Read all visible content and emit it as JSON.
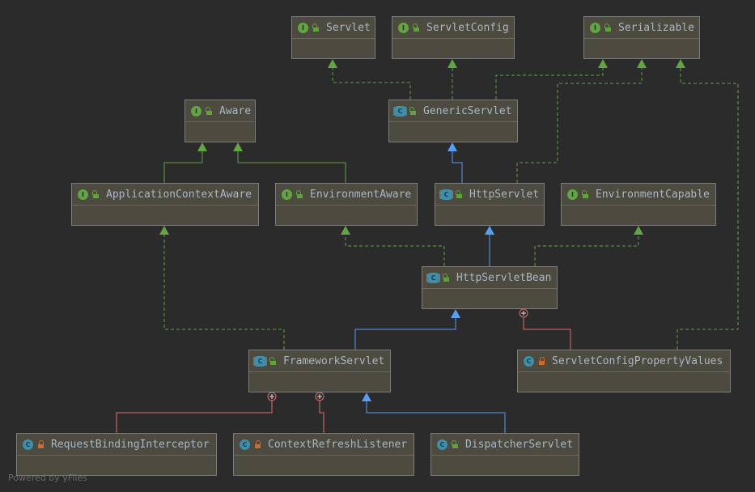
{
  "diagram": {
    "nodes": [
      {
        "id": "servlet",
        "name": "Servlet",
        "kind": "interface",
        "visibility": "public"
      },
      {
        "id": "servletconfig",
        "name": "ServletConfig",
        "kind": "interface",
        "visibility": "public"
      },
      {
        "id": "serializable",
        "name": "Serializable",
        "kind": "interface",
        "visibility": "public"
      },
      {
        "id": "aware",
        "name": "Aware",
        "kind": "interface",
        "visibility": "public"
      },
      {
        "id": "genericservlet",
        "name": "GenericServlet",
        "kind": "abstract",
        "visibility": "public"
      },
      {
        "id": "applicationcontextaware",
        "name": "ApplicationContextAware",
        "kind": "interface",
        "visibility": "public"
      },
      {
        "id": "environmentaware",
        "name": "EnvironmentAware",
        "kind": "interface",
        "visibility": "public"
      },
      {
        "id": "httpservlet",
        "name": "HttpServlet",
        "kind": "abstract",
        "visibility": "public"
      },
      {
        "id": "environmentcapable",
        "name": "EnvironmentCapable",
        "kind": "interface",
        "visibility": "public"
      },
      {
        "id": "httpservletbean",
        "name": "HttpServletBean",
        "kind": "abstract",
        "visibility": "public"
      },
      {
        "id": "frameworkservlet",
        "name": "FrameworkServlet",
        "kind": "abstract",
        "visibility": "public"
      },
      {
        "id": "servletconfigpropertyvalues",
        "name": "ServletConfigPropertyValues",
        "kind": "class",
        "visibility": "private"
      },
      {
        "id": "requestbindinginterceptor",
        "name": "RequestBindingInterceptor",
        "kind": "class",
        "visibility": "private"
      },
      {
        "id": "contextrefreshlistener",
        "name": "ContextRefreshListener",
        "kind": "class",
        "visibility": "private"
      },
      {
        "id": "dispatcherservlet",
        "name": "DispatcherServlet",
        "kind": "class",
        "visibility": "public"
      }
    ],
    "edges": [
      {
        "from": "genericservlet",
        "to": "servlet",
        "type": "implements"
      },
      {
        "from": "genericservlet",
        "to": "servletconfig",
        "type": "implements"
      },
      {
        "from": "genericservlet",
        "to": "serializable",
        "type": "implements"
      },
      {
        "from": "httpservlet",
        "to": "serializable",
        "type": "implements"
      },
      {
        "from": "servletconfigpropertyvalues",
        "to": "serializable",
        "type": "implements"
      },
      {
        "from": "applicationcontextaware",
        "to": "aware",
        "type": "extends-interface"
      },
      {
        "from": "environmentaware",
        "to": "aware",
        "type": "extends-interface"
      },
      {
        "from": "httpservlet",
        "to": "genericservlet",
        "type": "extends"
      },
      {
        "from": "httpservletbean",
        "to": "environmentaware",
        "type": "implements"
      },
      {
        "from": "httpservletbean",
        "to": "httpservlet",
        "type": "extends"
      },
      {
        "from": "httpservletbean",
        "to": "environmentcapable",
        "type": "implements"
      },
      {
        "from": "frameworkservlet",
        "to": "applicationcontextaware",
        "type": "implements"
      },
      {
        "from": "frameworkservlet",
        "to": "httpservletbean",
        "type": "extends"
      },
      {
        "from": "servletconfigpropertyvalues",
        "to": "httpservletbean",
        "type": "inner"
      },
      {
        "from": "requestbindinginterceptor",
        "to": "frameworkservlet",
        "type": "inner"
      },
      {
        "from": "contextrefreshlistener",
        "to": "frameworkservlet",
        "type": "inner"
      },
      {
        "from": "dispatcherservlet",
        "to": "frameworkservlet",
        "type": "extends"
      }
    ],
    "colors": {
      "implements": "#62a542",
      "extends": "#589df6",
      "inner": "#e06c6c"
    }
  },
  "footer": "Powered by yFiles"
}
